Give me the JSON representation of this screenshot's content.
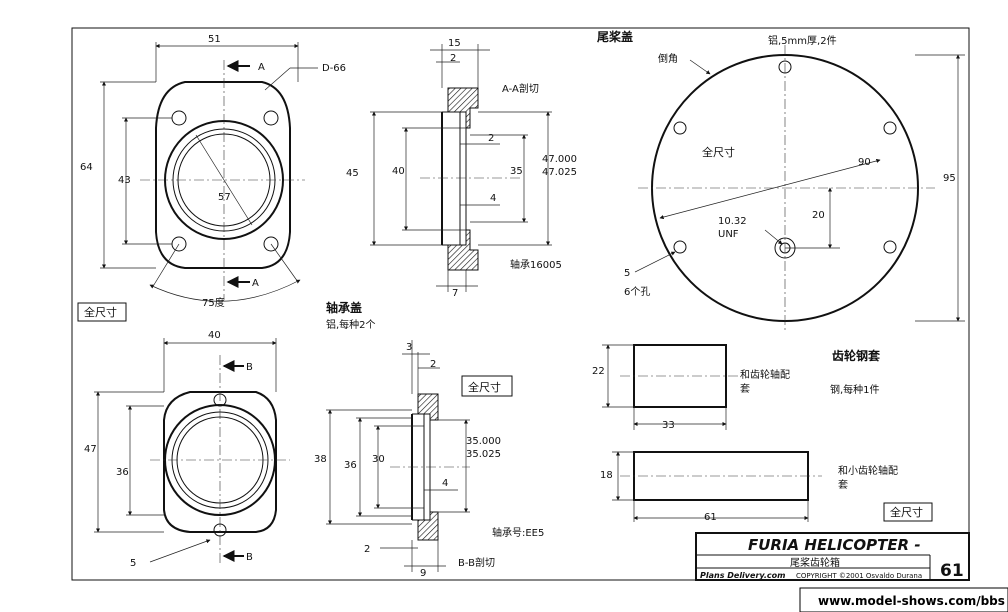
{
  "title_block": {
    "title": "FURIA HELICOPTER -",
    "subtitle": "尾桨齿轮箱",
    "site": "Plans Delivery.com",
    "copyright": "COPYRIGHT ©2001 Osvaldo Durana",
    "page": "61"
  },
  "watermark": "www.model-shows.com/bbs",
  "views": {
    "tail_cover": {
      "title": "尾桨盖",
      "material": "铝,5mm厚,2件",
      "chamfer": "倒角",
      "full_size": "全尺寸",
      "d90": "90",
      "d20": "20",
      "d95": "95",
      "thread": "10.32",
      "thread_unit": "UNF",
      "hole_d": "5",
      "hole_count": "6个孔"
    },
    "bearing_cap": {
      "title": "轴承盖",
      "material": "铝,每种2个"
    },
    "housing_a": {
      "d51": "51",
      "label_d66": "D-66",
      "d64": "64",
      "d43": "43",
      "d57": "57",
      "angle": "75度",
      "sec_a": "A",
      "full_size": "全尺寸"
    },
    "section_a": {
      "d15": "15",
      "d2a": "2",
      "cut": "A-A剖切",
      "d2b": "2",
      "d45": "45",
      "d40": "40",
      "d35": "35",
      "tol1": "47.000",
      "tol2": "47.025",
      "d4": "4",
      "d7": "7",
      "bearing": "轴承16005"
    },
    "housing_b": {
      "d40": "40",
      "sec_b": "B",
      "d47": "47",
      "d36": "36",
      "d5": "5"
    },
    "section_b": {
      "d3": "3",
      "d2": "2",
      "full_size": "全尺寸",
      "d38": "38",
      "d36": "36",
      "d30": "30",
      "tol1": "35.000",
      "tol2": "35.025",
      "d4": "4",
      "bearing": "轴承号:EE5",
      "d2b": "2",
      "d9": "9",
      "cut": "B-B剖切"
    },
    "gear_sleeve": {
      "title": "齿轮钢套",
      "material": "钢,每种1件",
      "d22": "22",
      "d33": "33",
      "note1a": "和齿轮轴配",
      "note1b": "套",
      "d18": "18",
      "d61": "61",
      "note2a": "和小齿轮轴配",
      "note2b": "套",
      "full_size": "全尺寸"
    }
  }
}
